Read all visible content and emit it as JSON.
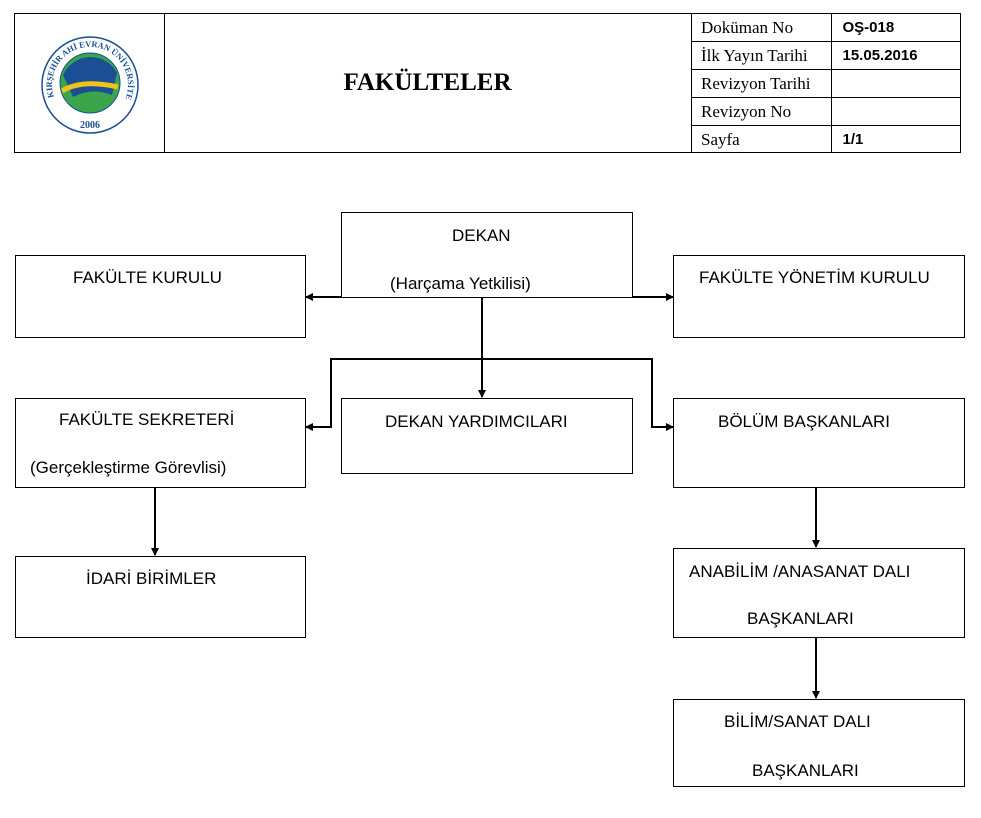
{
  "header": {
    "title": "FAKÜLTELER",
    "logo": {
      "arc_text": "KIRŞEHİR AHİ EVRAN ÜNİVERSİTESİ",
      "year": "2006",
      "colors": {
        "blue": "#1a4f96",
        "green": "#3aa64a",
        "yellow": "#f2c21b"
      }
    },
    "meta": [
      {
        "label": "Doküman No",
        "value": "OŞ-018"
      },
      {
        "label": "İlk Yayın Tarihi",
        "value": "15.05.2016"
      },
      {
        "label": "Revizyon Tarihi",
        "value": ""
      },
      {
        "label": "Revizyon No",
        "value": ""
      },
      {
        "label": "Sayfa",
        "value": "1/1"
      }
    ]
  },
  "org": {
    "dekan": {
      "line1": "DEKAN",
      "line2": "(Harçama Yetkilisi)"
    },
    "fakulte_kurulu": {
      "line1": "FAKÜLTE KURULU"
    },
    "fakulte_yonetim_kurulu": {
      "line1": "FAKÜLTE YÖNETİM KURULU"
    },
    "fakulte_sekreteri": {
      "line1": "FAKÜLTE SEKRETERİ",
      "line2": "(Gerçekleştirme Görevlisi)"
    },
    "dekan_yardimcilari": {
      "line1": "DEKAN YARDIMCILARI"
    },
    "bolum_baskanlari": {
      "line1": "BÖLÜM BAŞKANLARI"
    },
    "idari_birimler": {
      "line1": "İDARİ BİRİMLER"
    },
    "anabilim_dali": {
      "line1": "ANABİLİM /ANASANAT DALI",
      "line2": "BAŞKANLARI"
    },
    "bilim_dali": {
      "line1": "BİLİM/SANAT DALI",
      "line2": "BAŞKANLARI"
    }
  }
}
